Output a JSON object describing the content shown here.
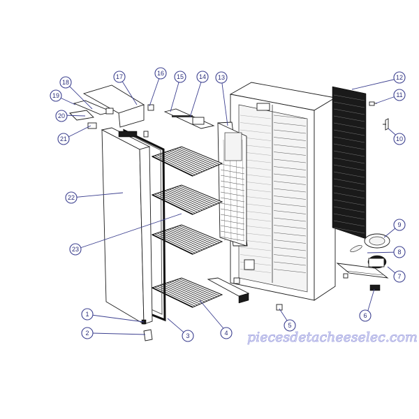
{
  "callouts": [
    {
      "label": "1"
    },
    {
      "label": "2"
    },
    {
      "label": "3"
    },
    {
      "label": "4"
    },
    {
      "label": "5"
    },
    {
      "label": "6"
    },
    {
      "label": "7"
    },
    {
      "label": "8"
    },
    {
      "label": "9"
    },
    {
      "label": "10"
    },
    {
      "label": "11"
    },
    {
      "label": "12"
    },
    {
      "label": "13"
    },
    {
      "label": "14"
    },
    {
      "label": "15"
    },
    {
      "label": "16"
    },
    {
      "label": "17"
    },
    {
      "label": "18"
    },
    {
      "label": "19"
    },
    {
      "label": "20"
    },
    {
      "label": "21"
    },
    {
      "label": "22"
    },
    {
      "label": "23"
    }
  ],
  "watermark": "piecesdetacheeselec.com",
  "colors": {
    "callout_stroke": "#3b3f8f",
    "line": "#1a1a1a",
    "watermark": "#5a5ec4"
  }
}
